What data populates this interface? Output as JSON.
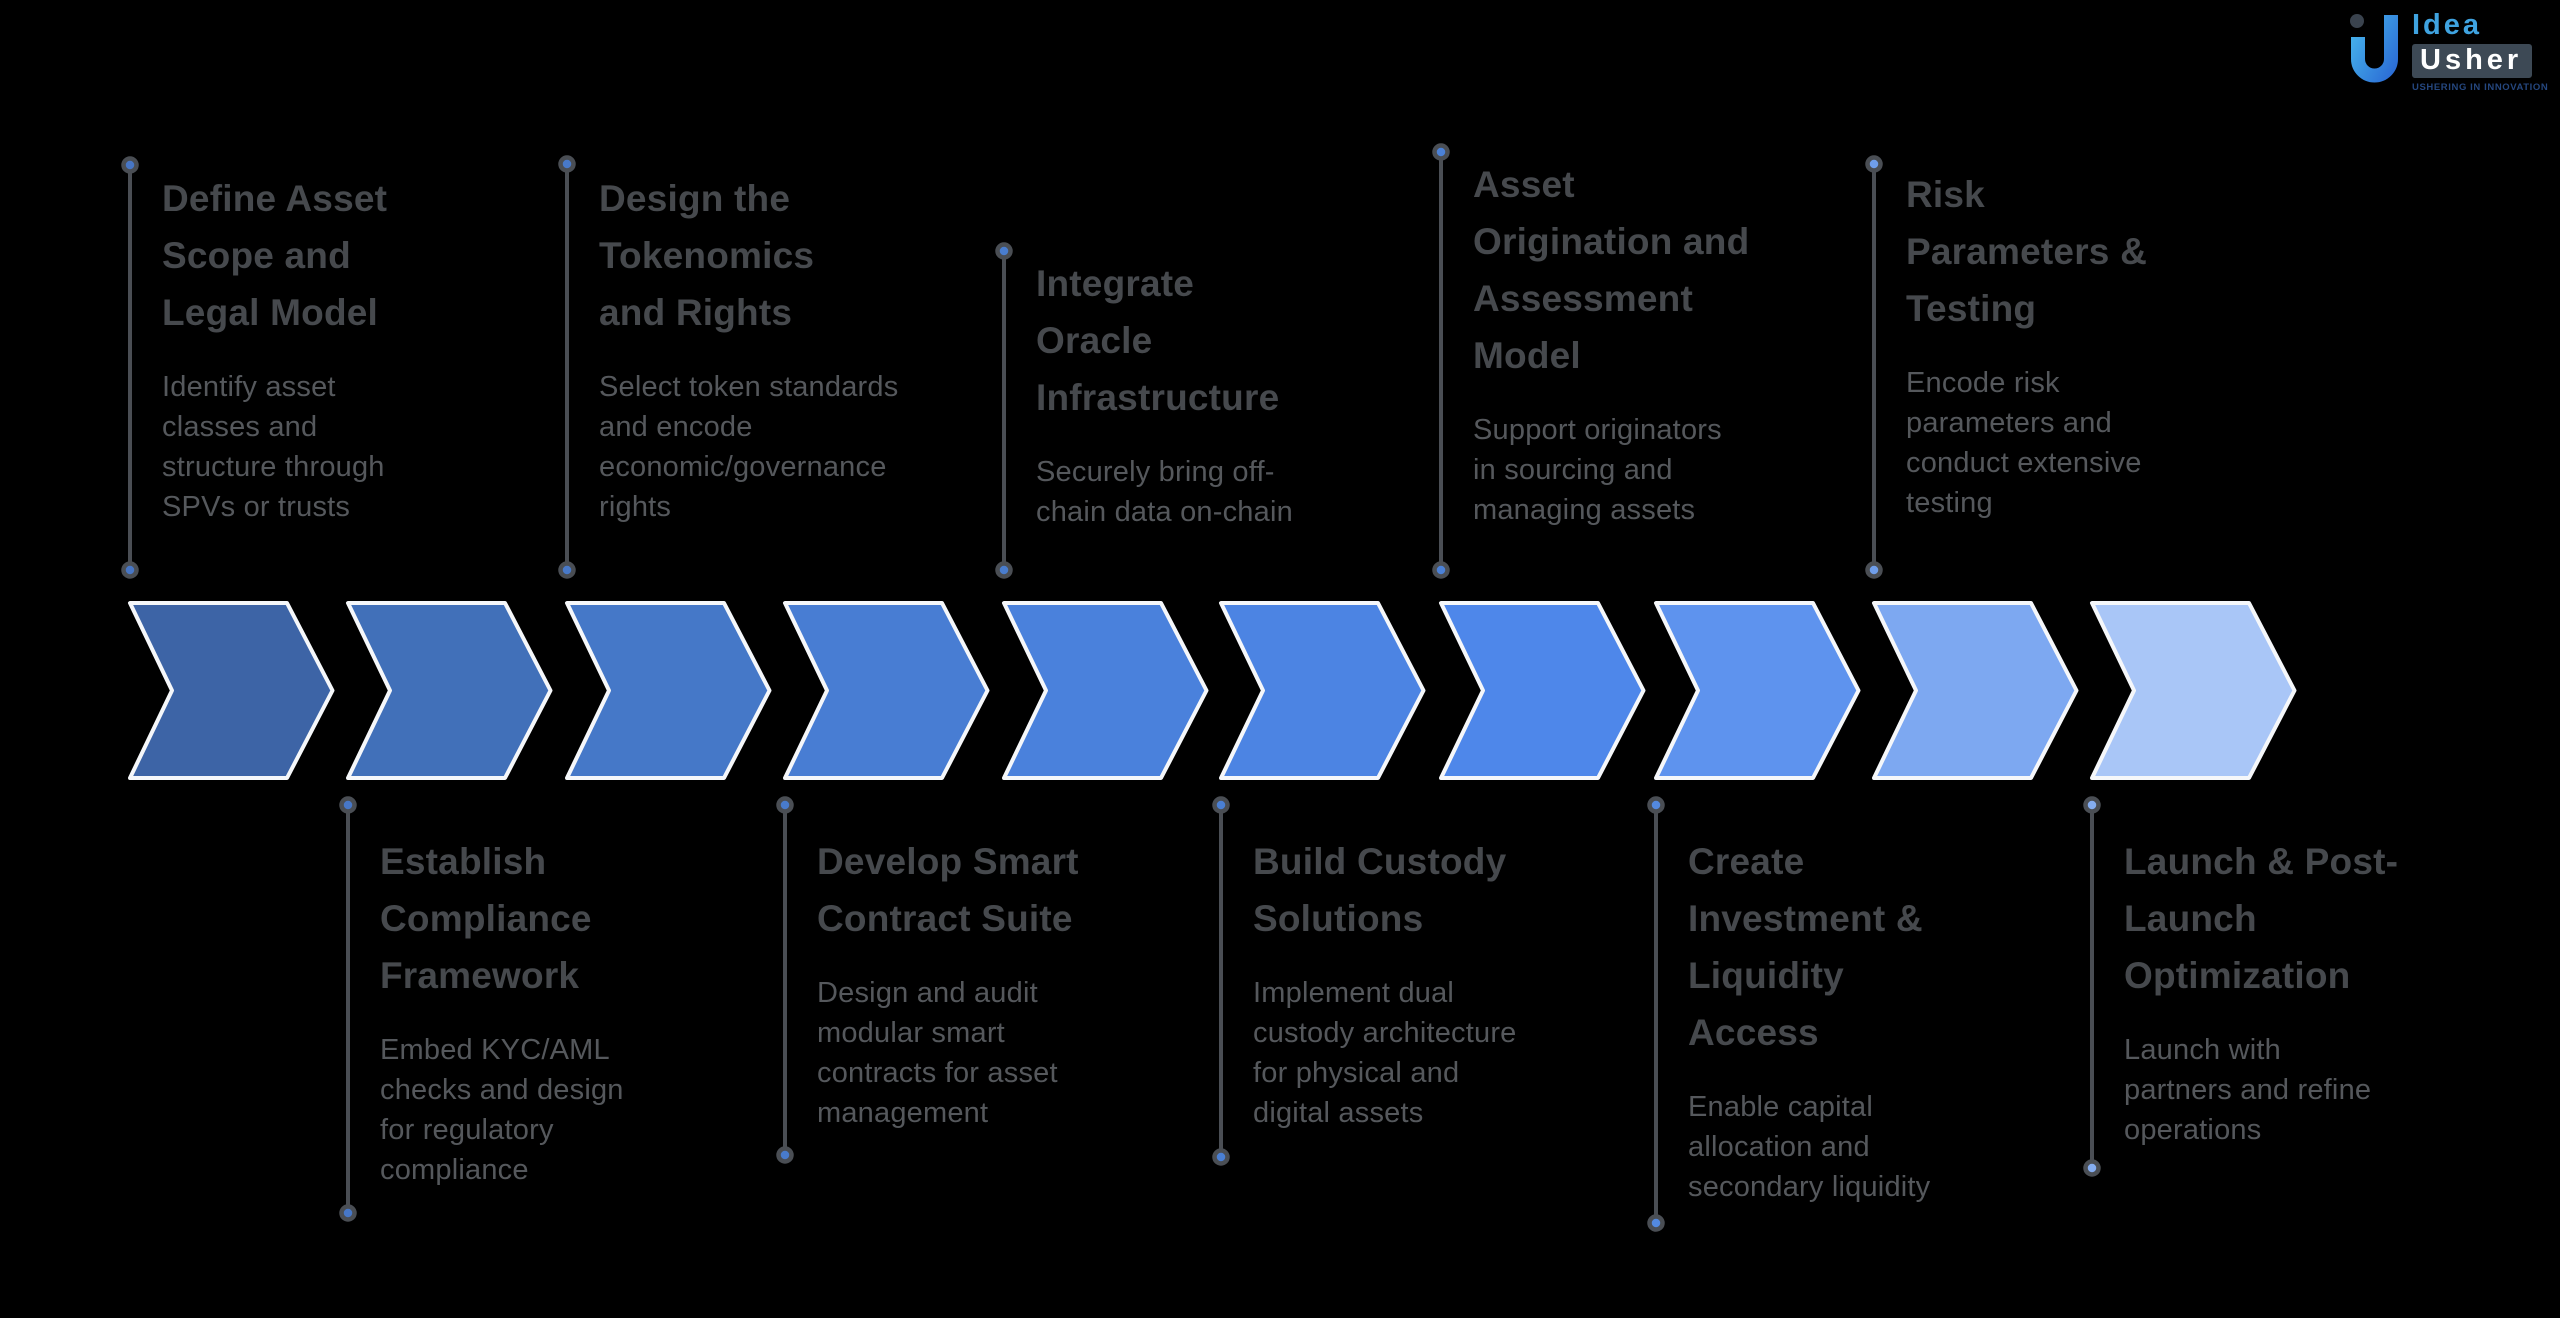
{
  "logo": {
    "brand_top": "Idea",
    "brand_bottom": "Usher",
    "tagline": "USHERING IN INNOVATION",
    "colors": {
      "brand_top_text": "#3fa3e0",
      "brand_bottom_bg": "#3d4955",
      "brand_bottom_text": "#ffffff",
      "tagline_text": "#25477f",
      "mark_gradient_start": "#47b5ec",
      "mark_gradient_end": "#2c6ed6",
      "mark_dot": "#3a434e"
    }
  },
  "diagram": {
    "background": "#000000",
    "connector_color": "#4a4e54",
    "chevron_stroke": "#f5f7fa",
    "title_color": "#46494d",
    "desc_color": "#55585c",
    "steps": [
      {
        "position": "top",
        "title_lines": [
          "Define Asset",
          "Scope and",
          "Legal Model"
        ],
        "desc_lines": [
          "Identify asset",
          "classes and",
          "structure through",
          "SPVs or trusts"
        ],
        "chevron_color": "#3d64a6",
        "dot_color": "#4776c5"
      },
      {
        "position": "bottom",
        "title_lines": [
          "Establish",
          "Compliance",
          "Framework"
        ],
        "desc_lines": [
          "Embed KYC/AML",
          "checks and design",
          "for regulatory",
          "compliance"
        ],
        "chevron_color": "#4170b9",
        "dot_color": "#4777c7"
      },
      {
        "position": "top",
        "title_lines": [
          "Design the",
          "Tokenomics",
          "and Rights"
        ],
        "desc_lines": [
          "Select token standards",
          "and encode",
          "economic/governance",
          "rights"
        ],
        "chevron_color": "#4578c8",
        "dot_color": "#4879c9"
      },
      {
        "position": "bottom",
        "title_lines": [
          "Develop Smart",
          "Contract Suite"
        ],
        "desc_lines": [
          "Design and audit",
          "modular smart",
          "contracts for asset",
          "management"
        ],
        "chevron_color": "#487dd3",
        "dot_color": "#487bcc"
      },
      {
        "position": "top",
        "title_lines": [
          "Integrate",
          "Oracle",
          "Infrastructure"
        ],
        "desc_lines": [
          "Securely bring off-",
          "chain data on-chain"
        ],
        "chevron_color": "#4a81dc",
        "dot_color": "#497dcf"
      },
      {
        "position": "bottom",
        "title_lines": [
          "Build Custody",
          "Solutions"
        ],
        "desc_lines": [
          "Implement dual",
          "custody architecture",
          "for physical and",
          "digital assets"
        ],
        "chevron_color": "#4c84e3",
        "dot_color": "#4a7fd3"
      },
      {
        "position": "top",
        "title_lines": [
          "Asset",
          "Origination and",
          "Assessment",
          "Model"
        ],
        "desc_lines": [
          "Support originators",
          "in sourcing and",
          "managing assets"
        ],
        "chevron_color": "#4e87ea",
        "dot_color": "#4b81d7"
      },
      {
        "position": "bottom",
        "title_lines": [
          "Create",
          "Investment &",
          "Liquidity",
          "Access"
        ],
        "desc_lines": [
          "Enable capital",
          "allocation and",
          "secondary liquidity"
        ],
        "chevron_color": "#5e93ee",
        "dot_color": "#5389df"
      },
      {
        "position": "top",
        "title_lines": [
          "Risk",
          "Parameters &",
          "Testing"
        ],
        "desc_lines": [
          "Encode risk",
          "parameters and",
          "conduct extensive",
          "testing"
        ],
        "chevron_color": "#7da8f1",
        "dot_color": "#6f9eeb"
      },
      {
        "position": "bottom",
        "title_lines": [
          "Launch & Post-",
          "Launch",
          "Optimization"
        ],
        "desc_lines": [
          "Launch with",
          "partners and refine",
          "operations"
        ],
        "chevron_color": "#a9c6f7",
        "dot_color": "#85adf0"
      }
    ]
  }
}
